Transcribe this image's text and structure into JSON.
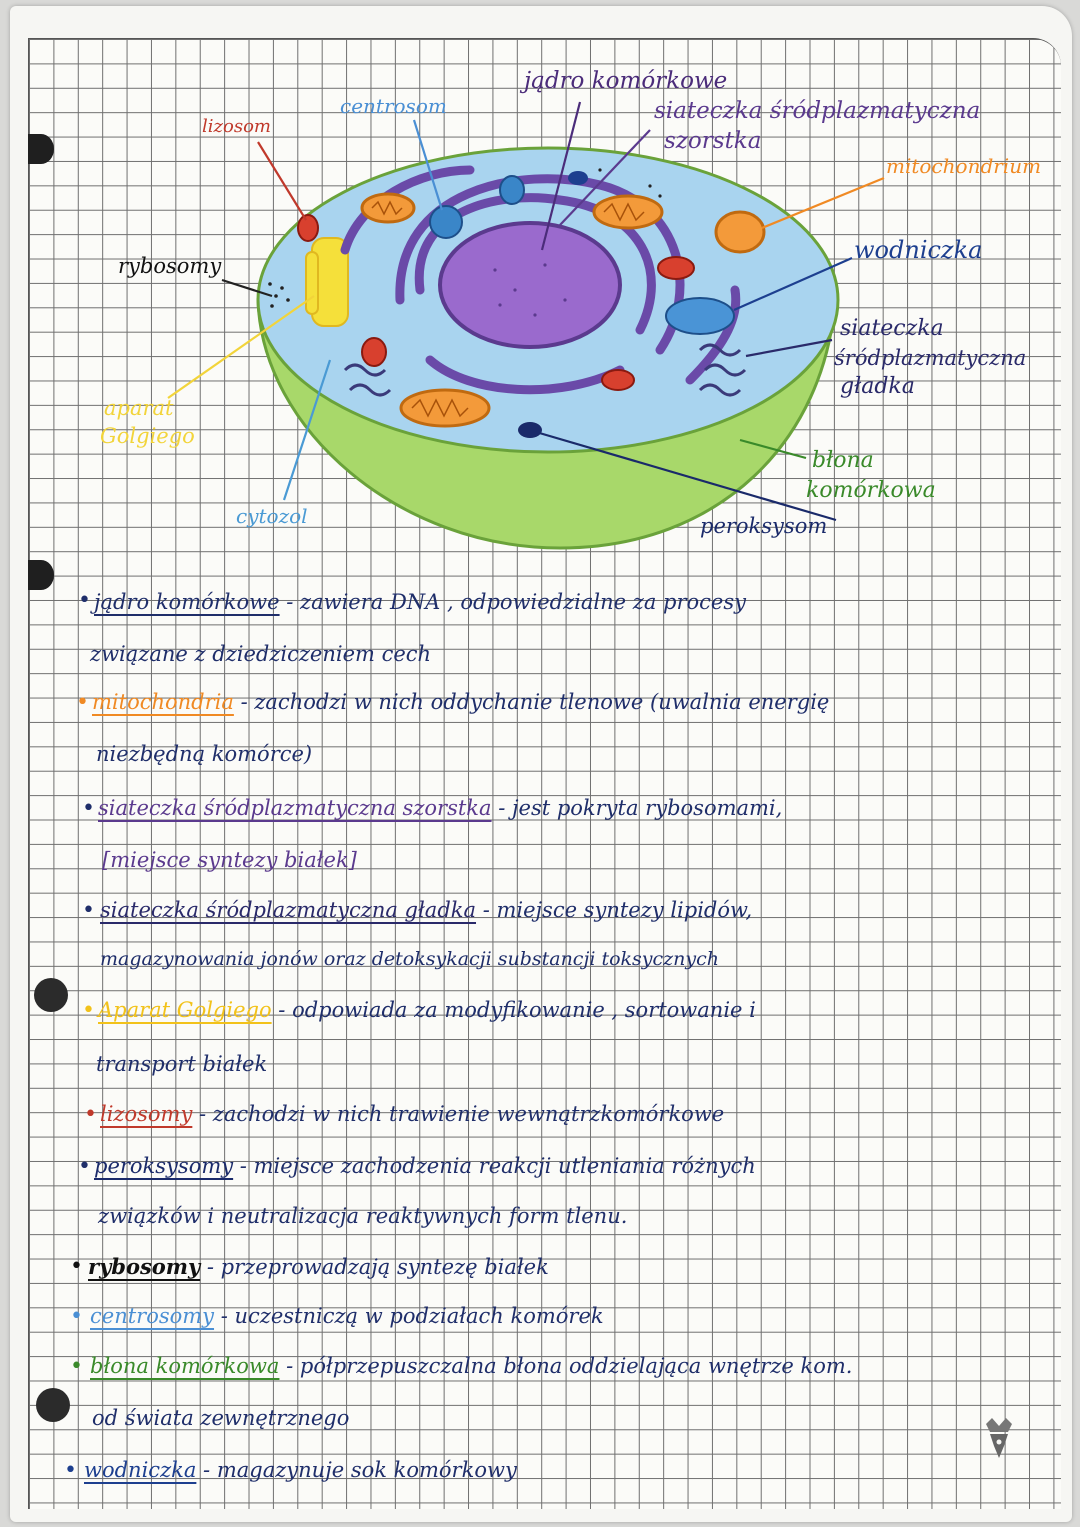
{
  "diagram": {
    "labels": {
      "lizosom": "lizosom",
      "centrosom": "centrosom",
      "nucleus": "jądro komórkowe",
      "rough_er_1": "siateczka śródplazmatyczna",
      "rough_er_2": "szorstka",
      "mitochondrium": "mitochondrium",
      "rybosomy": "rybosomy",
      "wodniczka": "wodniczka",
      "smooth_er_1": "siateczka",
      "smooth_er_2": "śródplazmatyczna",
      "smooth_er_3": "gładka",
      "golgi_1": "aparat",
      "golgi_2": "Golgiego",
      "membrane_1": "błona",
      "membrane_2": "komórkowa",
      "cytozol": "cytozol",
      "peroksysom": "peroksysom"
    },
    "colors": {
      "lizosom": "#c0392b",
      "centrosom": "#4a8fd4",
      "nucleus": "#4b2c7a",
      "rough_er": "#5b3a8e",
      "mitochondrium": "#f08a24",
      "rybosomy": "#222222",
      "wodniczka": "#1d3f8f",
      "smooth_er": "#2a2a6a",
      "golgi": "#f2d43a",
      "membrane": "#3a8a2a",
      "cytozol": "#4a9ad4",
      "peroksysom": "#1a2a6a"
    }
  },
  "notes": [
    {
      "term": "jądro komórkowe",
      "term_color": "#1f2e6a",
      "bullet_color": "#1f2e6a",
      "sep": " - ",
      "line1": "zawiera DNA , odpowiedzialne za procesy",
      "line2": "związane z dziedziczeniem cech"
    },
    {
      "term": "mitochondria",
      "term_color": "#f08a24",
      "bullet_color": "#f08a24",
      "sep": " - ",
      "line1": "zachodzi w nich oddychanie tlenowe (uwalnia energię",
      "line2": "niezbędną komórce)"
    },
    {
      "term": "siateczka śródplazmatyczna szorstka",
      "term_color": "#5b3a8e",
      "bullet_color": "#1f2e6a",
      "sep": " - ",
      "line1": "jest pokryta rybosomami,",
      "line2": "[miejsce syntezy białek]"
    },
    {
      "term": "siateczka śródplazmatyczna gładka",
      "term_color": "#2a2a6a",
      "bullet_color": "#1f2e6a",
      "sep": " - ",
      "line1": "miejsce syntezy lipidów,",
      "line2": "magazynowania jonów oraz detoksykacji substancji toksycznych"
    },
    {
      "term": "Aparat Golgiego",
      "term_color": "#f2c21a",
      "bullet_color": "#f2c21a",
      "sep": " - ",
      "line1": "odpowiada za modyfikowanie , sortowanie i",
      "line2": "transport białek"
    },
    {
      "term": "lizosomy",
      "term_color": "#c0392b",
      "bullet_color": "#c0392b",
      "sep": " - ",
      "line1": "zachodzi w nich trawienie wewnątrzkomórkowe",
      "line2": ""
    },
    {
      "term": "peroksysomy",
      "term_color": "#1a2a6a",
      "bullet_color": "#1f2e6a",
      "sep": " - ",
      "line1": "miejsce zachodzenia reakcji utleniania różnych",
      "line2": "związków i neutralizacja reaktywnych form tlenu."
    },
    {
      "term": "rybosomy",
      "term_color": "#111111",
      "bullet_color": "#111111",
      "sep": " - ",
      "line1": "przeprowadzają syntezę białek",
      "line2": ""
    },
    {
      "term": "centrosomy",
      "term_color": "#4a8fd4",
      "bullet_color": "#4a8fd4",
      "sep": " - ",
      "line1": "uczestniczą w podziałach komórek",
      "line2": ""
    },
    {
      "term": "błona komórkowa",
      "term_color": "#3a8a2a",
      "bullet_color": "#3a8a2a",
      "sep": " - ",
      "line1": "półprzepuszczalna błona oddzielająca wnętrze kom.",
      "line2": "od świata zewnętrznego"
    },
    {
      "term": "wodniczka",
      "term_color": "#1d3f8f",
      "bullet_color": "#1d3f8f",
      "sep": " - ",
      "line1": "magazynuje sok komórkowy",
      "line2": ""
    }
  ]
}
